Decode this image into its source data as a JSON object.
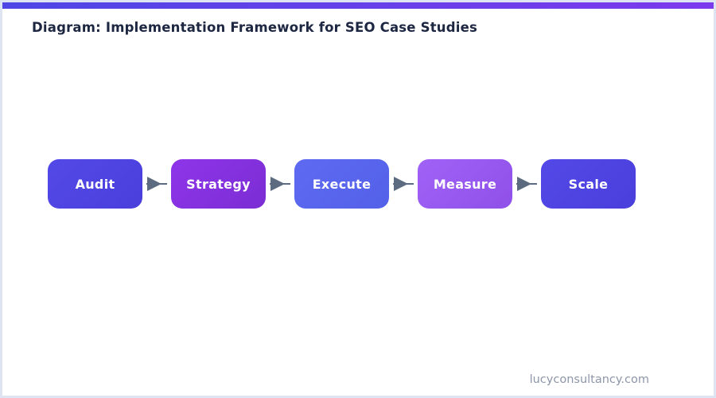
{
  "page": {
    "title": "Diagram: Implementation Framework for SEO Case Studies",
    "footer": "lucyconsultancy.com"
  },
  "flow": {
    "steps": [
      {
        "label": "Audit",
        "color_start": "#5349e8",
        "color_end": "#4a3fdb"
      },
      {
        "label": "Strategy",
        "color_start": "#8e35ea",
        "color_end": "#7b2dd3"
      },
      {
        "label": "Execute",
        "color_start": "#5e6af2",
        "color_end": "#5360e8"
      },
      {
        "label": "Measure",
        "color_start": "#a062f6",
        "color_end": "#8f50e9"
      },
      {
        "label": "Scale",
        "color_start": "#5349e8",
        "color_end": "#4a3fdb"
      }
    ],
    "arrow_icon": "right-arrow",
    "arrow_color": "#5d6b80"
  },
  "theme": {
    "accent_bar_start": "#4f46e5",
    "accent_bar_end": "#7c3aed",
    "title_color": "#1e2742",
    "footer_color": "#8d96a9",
    "border_color": "#dfe4f3"
  }
}
